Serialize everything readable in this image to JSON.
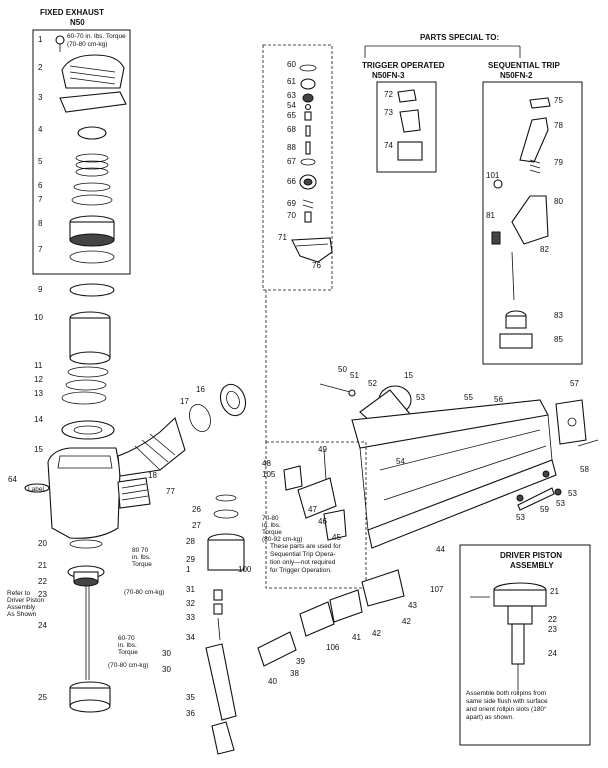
{
  "sections": {
    "fixed_exhaust_title": "FIXED EXHAUST",
    "fixed_exhaust_model": "N50",
    "parts_special_to": "PARTS SPECIAL TO:",
    "trigger_operated_title": "TRIGGER OPERATED",
    "trigger_operated_model": "N50FN-3",
    "sequential_trip_title": "SEQUENTIAL TRIP",
    "sequential_trip_model": "N50FN-2",
    "driver_piston_title_1": "DRIVER PISTON",
    "driver_piston_title_2": "ASSEMBLY"
  },
  "notes": {
    "torque_top_1": "60-70 in. lbs. Torque",
    "torque_top_2": "(70-80 cm-kg)",
    "torque_mid_1": "80 70",
    "torque_mid_2": "in. lbs.",
    "torque_mid_3": "Torque",
    "torque_mid_4": "(70-80 cm-kg)",
    "torque_low_1": "60-70",
    "torque_low_2": "in. lbs.",
    "torque_low_3": "Torque",
    "torque_low_4": "(70-80 cm-kg)",
    "torque_trig_1": "70-80",
    "torque_trig_2": "in. lbs.",
    "torque_trig_3": "Torque",
    "torque_trig_4": "(80-92 cm-kg)",
    "sequential_1": "These parts are used for",
    "sequential_2": "Sequential Trip Opera-",
    "sequential_3": "tion only—not required",
    "sequential_4": "for Trigger Operation.",
    "driver_ref_1": "Refer to",
    "driver_ref_2": "Driver Piston",
    "driver_ref_3": "Assembly",
    "driver_ref_4": "As Shown",
    "assemble_1": "Assemble both rollpins from",
    "assemble_2": "same side flush with surface",
    "assemble_3": "and orient rollpin slots (180°",
    "assemble_4": "apart) as shown.",
    "label_64": "Label"
  },
  "part_labels": [
    "1",
    "2",
    "3",
    "4",
    "5",
    "6",
    "7",
    "8",
    "7",
    "9",
    "10",
    "11",
    "12",
    "13",
    "14",
    "15",
    "16",
    "17",
    "18",
    "64",
    "77",
    "20",
    "21",
    "22",
    "23",
    "24",
    "25",
    "26",
    "27",
    "28",
    "29",
    "1",
    "100",
    "31",
    "32",
    "33",
    "34",
    "30",
    "35",
    "36",
    "30",
    "60",
    "61",
    "63",
    "54",
    "65",
    "68",
    "88",
    "67",
    "66",
    "69",
    "70",
    "71",
    "76",
    "72",
    "73",
    "74",
    "75",
    "78",
    "79",
    "101",
    "80",
    "81",
    "82",
    "83",
    "85",
    "50",
    "51",
    "52",
    "15",
    "53",
    "55",
    "56",
    "57",
    "58",
    "53",
    "53",
    "59",
    "53",
    "54",
    "49",
    "48",
    "105",
    "47",
    "46",
    "45",
    "44",
    "43",
    "107",
    "42",
    "42",
    "41",
    "106",
    "40",
    "39",
    "38",
    "21",
    "22",
    "23",
    "24"
  ]
}
